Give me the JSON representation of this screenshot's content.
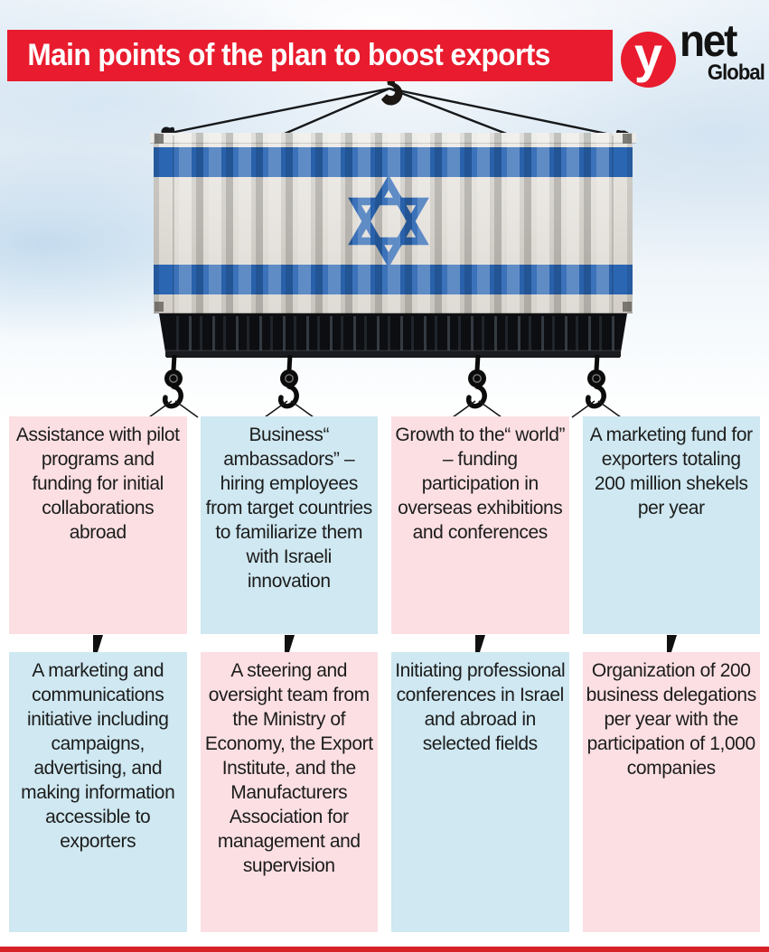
{
  "header": {
    "title": "Main points of the plan to boost exports"
  },
  "logo": {
    "y": "y",
    "net": "net",
    "global": "Global"
  },
  "illustration": {
    "description": "Shipping container painted as the Israeli flag, suspended from a crane hook by cables, with four cargo hooks hanging beneath it pointing to the columns"
  },
  "colors": {
    "banner_red": "#e81c2e",
    "logo_red": "#e81c2e",
    "bottom_bar_red": "#d71f26",
    "card_pink": "#fbdfe3",
    "card_blue": "#cfe8f1",
    "flag_blue": "#2b66b3",
    "text_dark": "#1c1c1c"
  },
  "cards": {
    "row1": [
      {
        "text": "Assistance with pilot programs and funding for initial collaborations abroad",
        "bg": "#fbdfe3"
      },
      {
        "text": "Business“ ambassadors” – hiring employees from target countries to familiarize them with Israeli innovation",
        "bg": "#cfe8f1"
      },
      {
        "text": "Growth to the“ world” – funding participation in overseas exhibitions and conferences",
        "bg": "#fbdfe3"
      },
      {
        "text": "A marketing fund for exporters totaling 200 million shekels per year",
        "bg": "#cfe8f1"
      }
    ],
    "row2": [
      {
        "text": "A marketing and communications initiative including campaigns, advertising, and making information accessible to exporters",
        "bg": "#cfe8f1"
      },
      {
        "text": "A steering and oversight team from the Ministry of Economy, the Export Institute, and the Manufacturers Association for management and supervision",
        "bg": "#fbdfe3"
      },
      {
        "text": "Initiating professional conferences in Israel and abroad in selected fields",
        "bg": "#cfe8f1"
      },
      {
        "text": "Organization of 200 business delegations per year with the participation of 1,000 companies",
        "bg": "#fbdfe3"
      }
    ]
  }
}
